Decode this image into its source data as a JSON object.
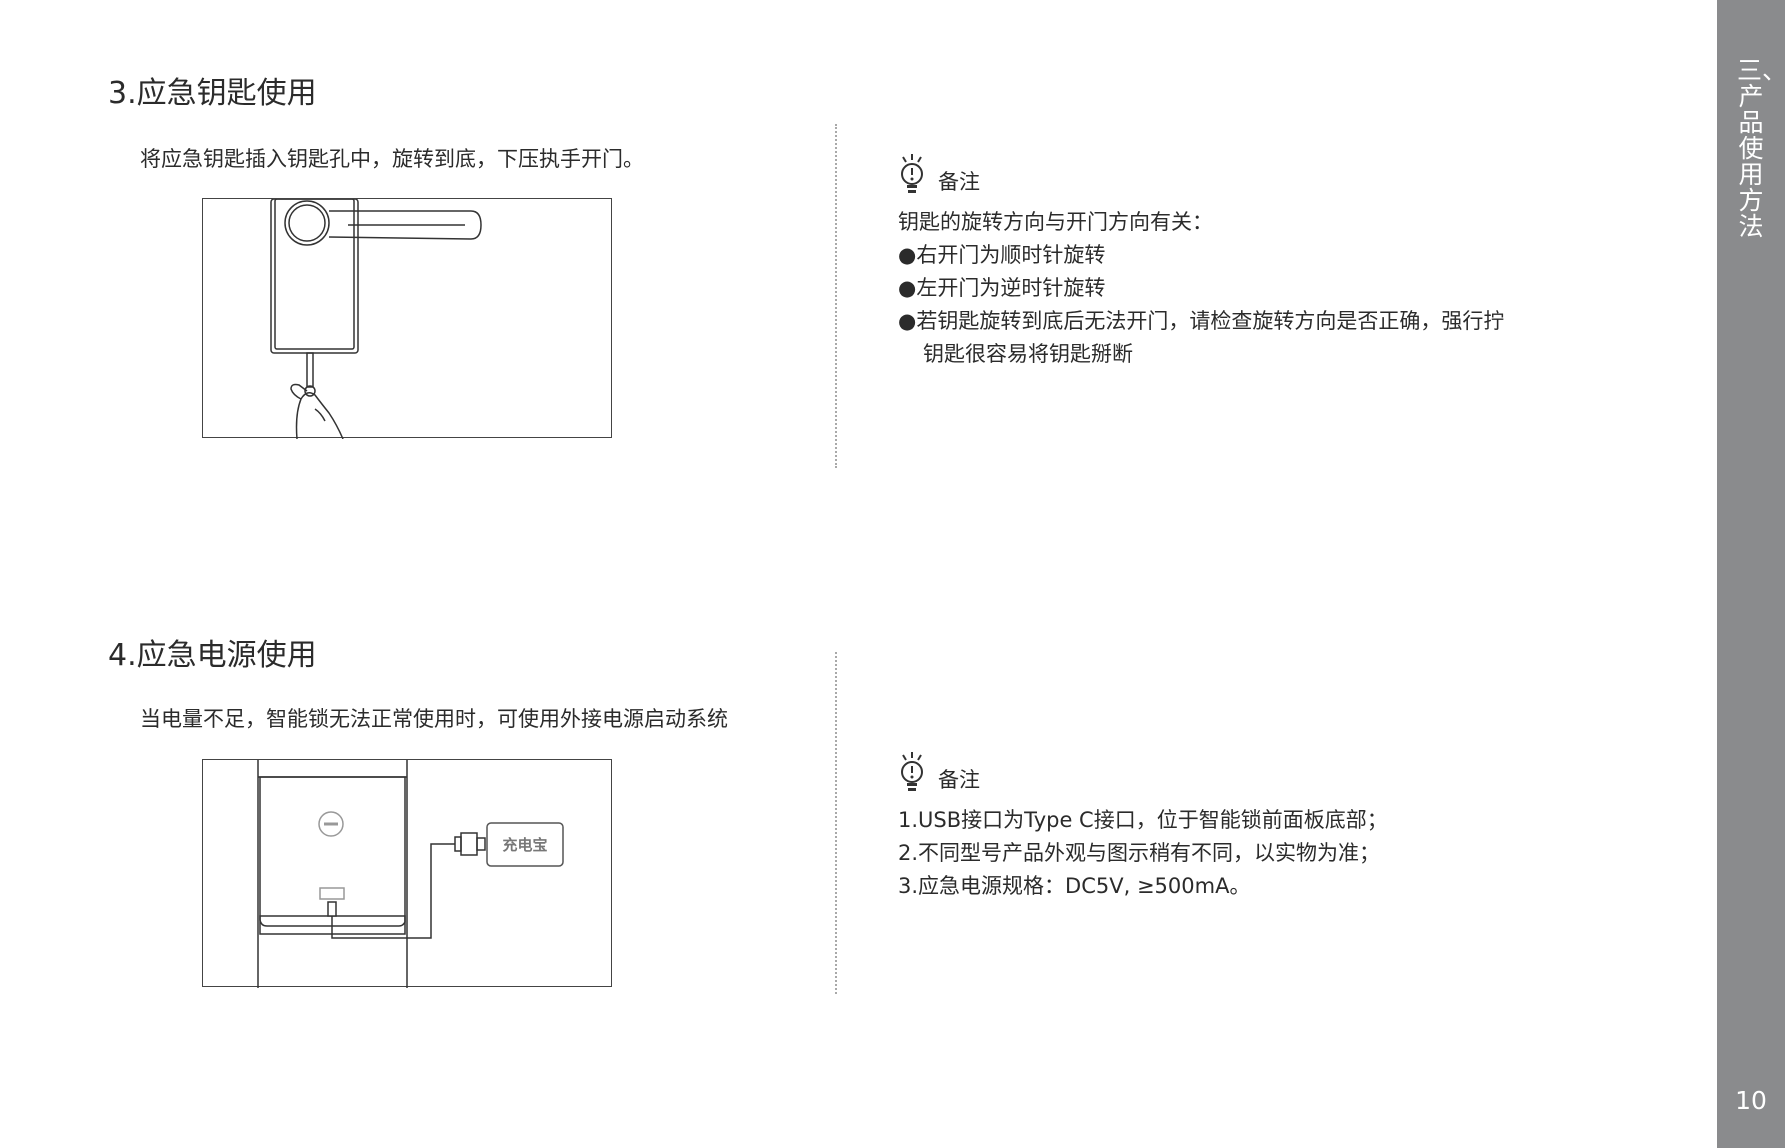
{
  "sidebar": {
    "section_title": "三、产品使用方法",
    "page_number": "10"
  },
  "section3": {
    "heading": "3.应急钥匙使用",
    "description": "将应急钥匙插入钥匙孔中，旋转到底，下压执手开门。",
    "note_title": "备注",
    "note_lines": [
      "钥匙的旋转方向与开门方向有关：",
      "●右开门为顺时针旋转",
      "●左开门为逆时针旋转",
      "●若钥匙旋转到底后无法开门，请检查旋转方向是否正确，强行拧",
      "钥匙很容易将钥匙掰断"
    ]
  },
  "section4": {
    "heading": "4.应急电源使用",
    "description": "当电量不足，智能锁无法正常使用时，可使用外接电源启动系统",
    "charger_label": "充电宝",
    "note_title": "备注",
    "note_lines": [
      "1.USB接口为Type C接口，位于智能锁前面板底部；",
      "2.不同型号产品外观与图示稍有不同，以实物为准；",
      "3.应急电源规格：DC5V, ≥500mA。"
    ]
  },
  "icons": {
    "note": "lightbulb-icon"
  },
  "colors": {
    "sidebar": "#8a8b8d",
    "text": "#2b2b2b",
    "divider": "#a9a9a9"
  }
}
